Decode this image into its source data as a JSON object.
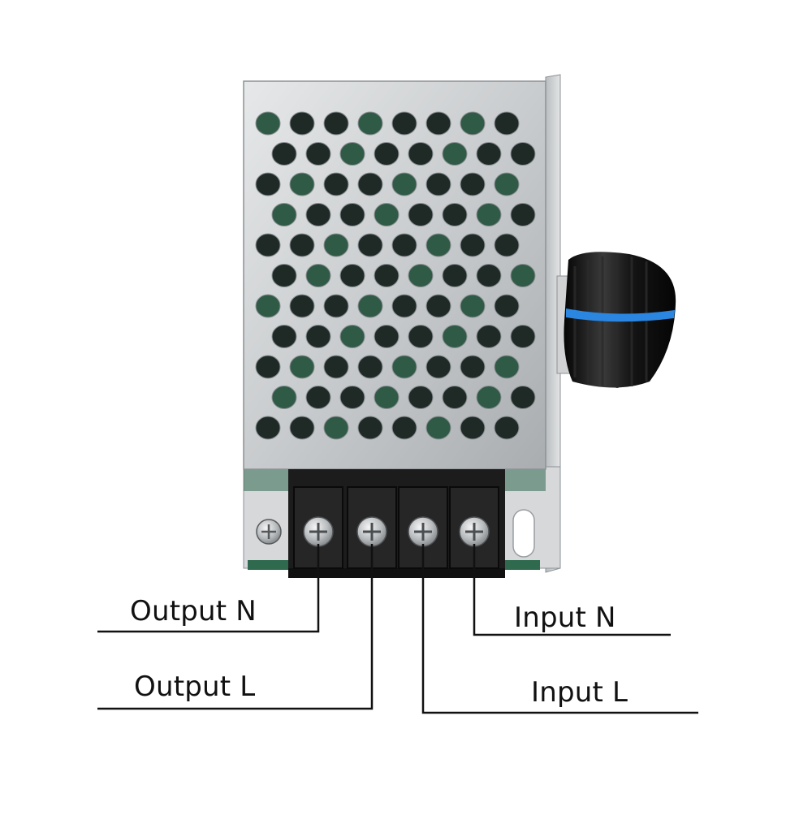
{
  "diagram": {
    "labels": {
      "output_n": "Output N",
      "output_l": "Output L",
      "input_n": "Input N",
      "input_l": "Input L"
    },
    "colors": {
      "housing": "#cfd2d4",
      "housing_dark": "#8d9296",
      "pcb": "#2f6a4e",
      "terminal_block": "#1c1c1c",
      "screw": "#c9cccd",
      "knob": "#141414",
      "knob_stripe": "#2a86e0",
      "wire": "#111111"
    },
    "icons": {
      "knob": "potentiometer-knob-icon",
      "screw": "screw-terminal-icon"
    }
  }
}
